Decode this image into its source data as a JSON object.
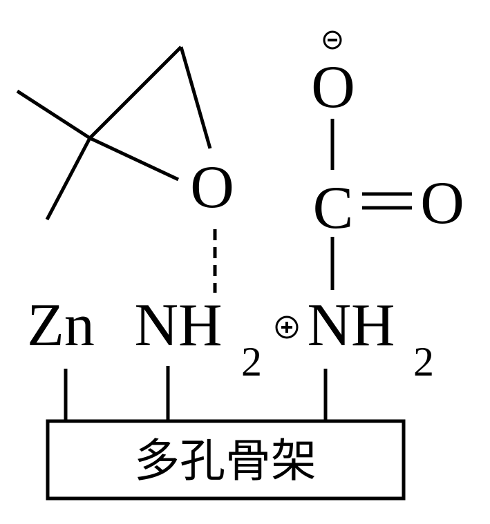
{
  "diagram": {
    "atoms": {
      "zn": "Zn",
      "n_left": "NH",
      "n_left_sub": "2",
      "n_right": "NH",
      "n_right_sub": "2",
      "o_epoxide": "O",
      "c_carbamate": "C",
      "o_double": "O",
      "o_anion": "O"
    },
    "charges": {
      "positive": "+",
      "negative": "−"
    },
    "support_label": "多孔骨架",
    "colors": {
      "ink": "#000000",
      "background": "#ffffff"
    }
  }
}
